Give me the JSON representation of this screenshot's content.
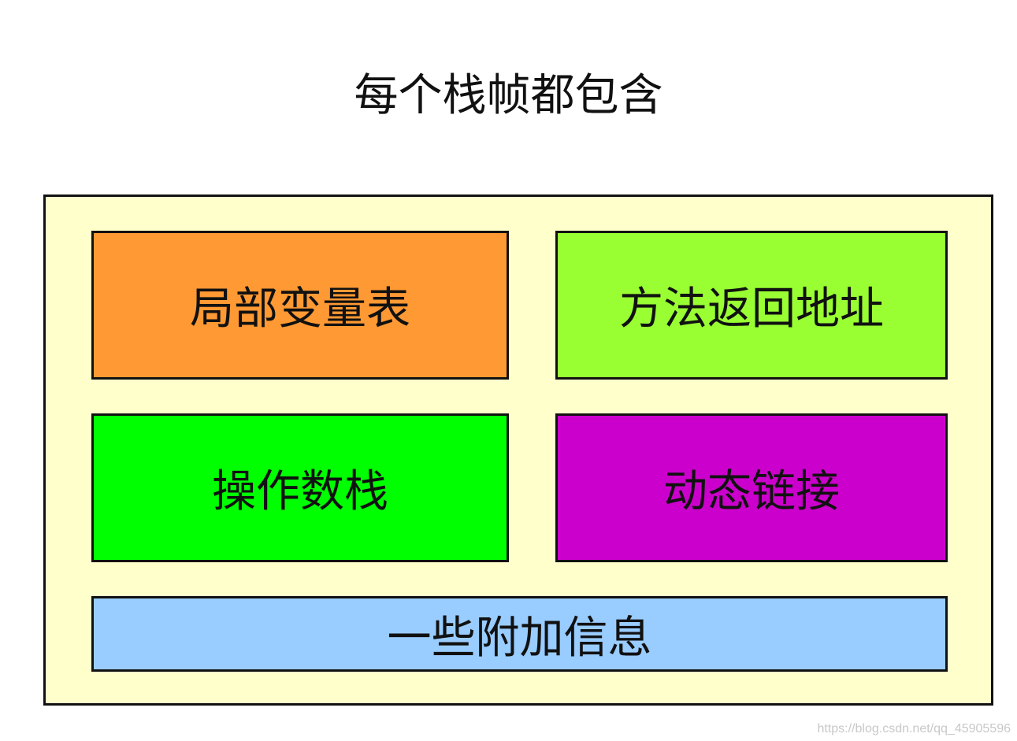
{
  "diagram": {
    "title": "每个栈帧都包含",
    "boxes": [
      {
        "label": "局部变量表",
        "color": "#ff9933"
      },
      {
        "label": "方法返回地址",
        "color": "#99ff33"
      },
      {
        "label": "操作数栈",
        "color": "#00ff00"
      },
      {
        "label": "动态链接",
        "color": "#cc00cc"
      },
      {
        "label": "一些附加信息",
        "color": "#99ccff"
      }
    ],
    "frame_color": "#ffffcc"
  },
  "watermark": "https://blog.csdn.net/qq_45905596"
}
